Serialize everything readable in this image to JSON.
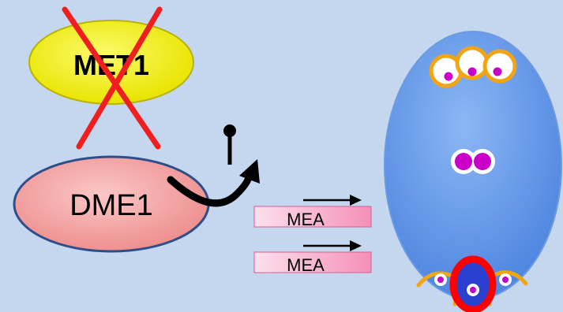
{
  "colors": {
    "background": "#c5d7ee",
    "met1_fill": "#f4f20a",
    "dme1_fill": "#f5a3a3",
    "cross": "#f01e1e",
    "arrow": "#000000",
    "gene_box": "#f9b8d0",
    "embryo_sac": "#6c9ee8",
    "nucleus": "#c800c8",
    "antipodal_outline": "#f2a514",
    "egg_outline": "#ff0000",
    "egg_fill": "#2b3fd0"
  },
  "labels": {
    "met1": "MET1",
    "dme1": "DME1",
    "mea_top": "MEA",
    "mea_bottom": "MEA"
  }
}
